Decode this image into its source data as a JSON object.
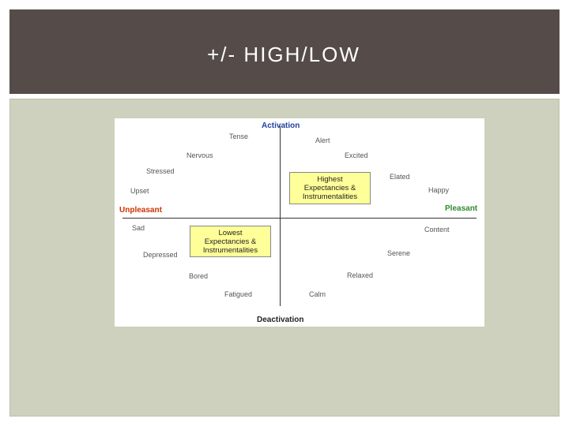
{
  "slide": {
    "title": "+/- HIGH/LOW"
  },
  "diagram": {
    "poles": {
      "top": "Activation",
      "bottom": "Deactivation",
      "left": "Unpleasant",
      "right": "Pleasant"
    },
    "colors": {
      "activation": "#1f3f9f",
      "deactivation": "#222222",
      "unpleasant": "#cc3300",
      "pleasant": "#2e8b2e",
      "box_fill": "#ffff99",
      "header_bg": "#554c49",
      "panel_bg": "#cdd1bd"
    },
    "emotions": {
      "tense": "Tense",
      "alert": "Alert",
      "nervous": "Nervous",
      "excited": "Excited",
      "stressed": "Stressed",
      "elated": "Elated",
      "upset": "Upset",
      "happy": "Happy",
      "sad": "Sad",
      "content": "Content",
      "depressed": "Depressed",
      "serene": "Serene",
      "bored": "Bored",
      "relaxed": "Relaxed",
      "fatigued": "Fatigued",
      "calm": "Calm"
    },
    "highest_box": {
      "line1": "Highest",
      "line2": "Expectancies &",
      "line3": "Instrumentalities"
    },
    "lowest_box": {
      "line1": "Lowest",
      "line2": "Expectancies &",
      "line3": "Instrumentalities"
    }
  }
}
